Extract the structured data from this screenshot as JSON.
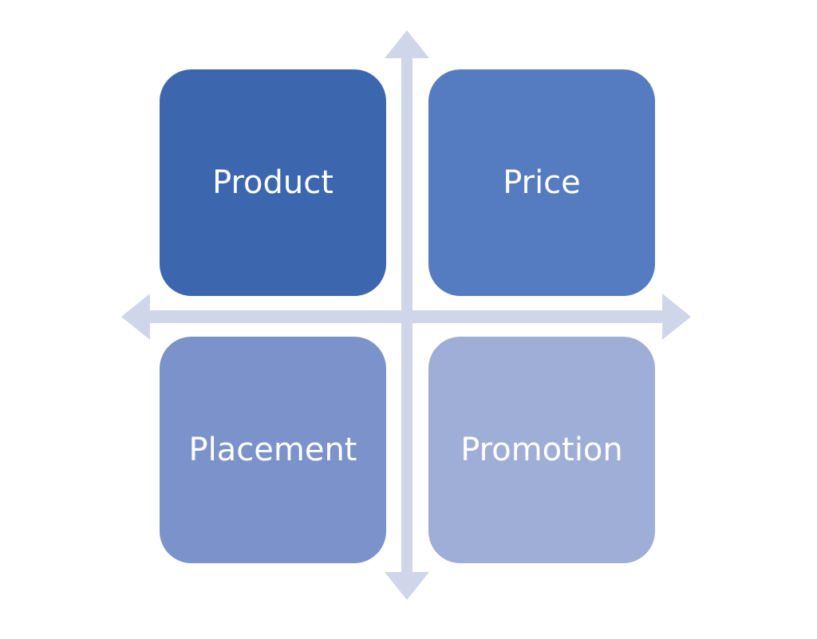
{
  "quadrants": [
    {
      "label": "Product",
      "color": "#3C67AE"
    },
    {
      "label": "Price",
      "color": "#557BC1"
    },
    {
      "label": "Placement",
      "color": "#7B93CA"
    },
    {
      "label": "Promotion",
      "color": "#9FAED6"
    }
  ],
  "arrow_color": "#D0D6EA"
}
